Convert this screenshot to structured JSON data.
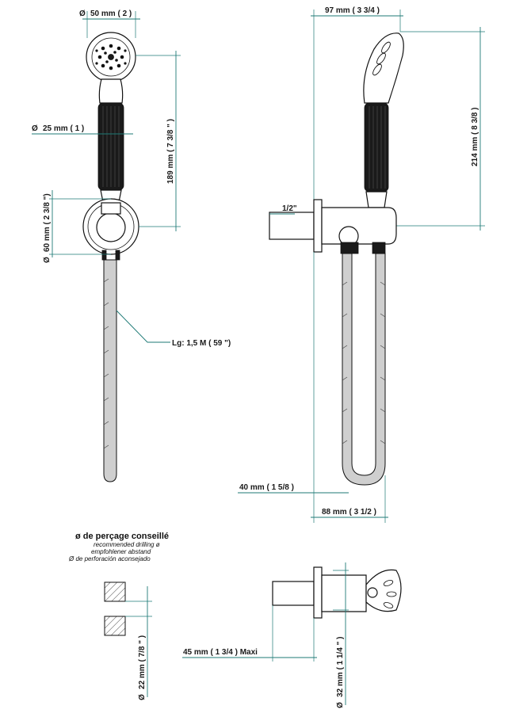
{
  "dimensions": {
    "head_diameter": "50 mm ( 2 )",
    "handle_diameter": "25 mm ( 1 )",
    "bracket_diameter": "60 mm ( 2 3/8 \")",
    "handset_length": "189 mm ( 7 3/8 \" )",
    "hose_length": "Lg: 1,5 M ( 59 \")",
    "side_depth": "97 mm ( 3 3/4 )",
    "side_height": "214 mm ( 8 3/8 )",
    "thread": "1/2\"",
    "hose_offset": "40 mm ( 1 5/8 )",
    "total_depth": "88 mm ( 3 1/2 )",
    "max_wall": "45 mm ( 1 3/4 )  Maxi",
    "drill_diameter": "22 mm ( 7/8 \" )",
    "outlet_diameter": "32 mm ( 1 1/4 \" )",
    "diameter_symbol": "Ø"
  },
  "drilling_note": {
    "title": "ø de perçage conseillé",
    "en": "recommended drilling ø",
    "de": "empfohlener abstand",
    "es": "Ø de perforación aconsejado"
  },
  "colors": {
    "dimension_line": "#1e7a76",
    "hose_fill": "#cfcfcf",
    "handle_fill": "#1a1a1a"
  }
}
